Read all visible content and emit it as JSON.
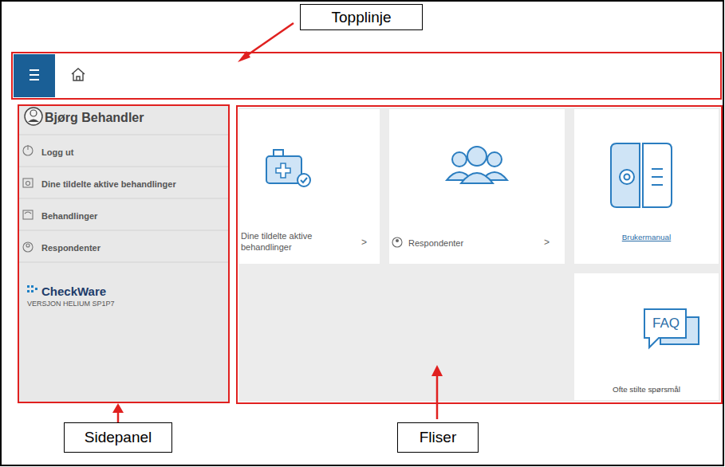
{
  "diagram": {
    "nodes": [
      {
        "text": [
          "Topplinje"
        ]
      },
      {
        "text": [
          "Bjørg Behandler",
          "Logg ut",
          "Dine tildelte aktive behandlinger",
          "Behandlinger",
          "Respondenter",
          "CheckWare",
          "VERSJON HELIUM SP1P7"
        ]
      },
      {
        "text": [
          "Dine tildelte aktive behandlinger"
        ]
      },
      {
        "text": [
          "Respondenter"
        ]
      },
      {
        "text": [
          "Brukermanual"
        ]
      },
      {
        "text": [
          "Ofte stilte spørsmål"
        ]
      },
      {
        "text": [
          "Sidepanel"
        ]
      },
      {
        "text": [
          "Fliser"
        ]
      }
    ],
    "edges": [
      {
        "from": 6,
        "to": 1,
        "arrow": "to"
      }
    ],
    "labels": [
      "FAQ",
      ">",
      ">"
    ]
  }
}
